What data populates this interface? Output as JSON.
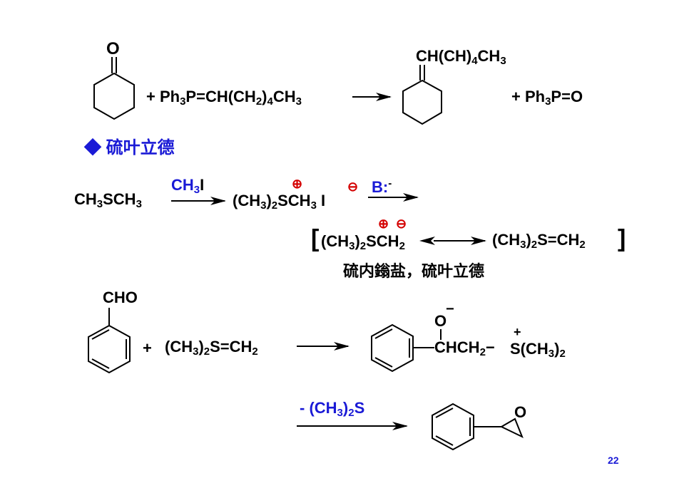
{
  "colors": {
    "accent": "#1a1ad6",
    "charge": "#d40000",
    "text": "#000000"
  },
  "section_title": "硫叶立德",
  "section_bullet": "◆",
  "rxn1": {
    "ketone_o": "O",
    "reagent_prefix": "+ Ph",
    "reagent_mid1": "P=CH(CH",
    "reagent_mid2": ")",
    "reagent_end": "CH",
    "product_prefix": "CH(CH)",
    "product_end": "CH",
    "byproduct_prefix": "+  Ph",
    "byproduct_end": "P=O",
    "sub3": "3",
    "sub2": "2",
    "sub4": "4"
  },
  "ylide": {
    "start_a": "CH",
    "start_b": "SCH",
    "reagent_a": "CH",
    "reagent_b": "I",
    "salt_a": "(CH",
    "salt_b": ")",
    "salt_c": "SCH",
    "salt_iodide": "I",
    "plus": "⊕",
    "minus": "⊖",
    "base": "B:",
    "base_charge": "-",
    "bracket_open": "[",
    "bracket_close": "]",
    "res1_a": "(CH",
    "res1_b": ")",
    "res1_c": "SCH",
    "res2_a": "(CH",
    "res2_b": ")",
    "res2_c": "S=CH",
    "caption": "硫内鎓盐，硫叶立德"
  },
  "rxn2": {
    "aldehyde": "CHO",
    "plus": "+",
    "ylide_a": "(CH",
    "ylide_b": ")",
    "ylide_c": "S=CH",
    "intermediate_o": "O",
    "intermediate_minus": "−",
    "intermediate_chain_a": "CHCH",
    "intermediate_chain_b": "−",
    "intermediate_plus": "+",
    "intermediate_s_a": "S(CH",
    "intermediate_s_b": ")",
    "elim_a": "- (CH",
    "elim_b": ")",
    "elim_c": "S",
    "epoxide_o": "O"
  },
  "page_number": "22"
}
